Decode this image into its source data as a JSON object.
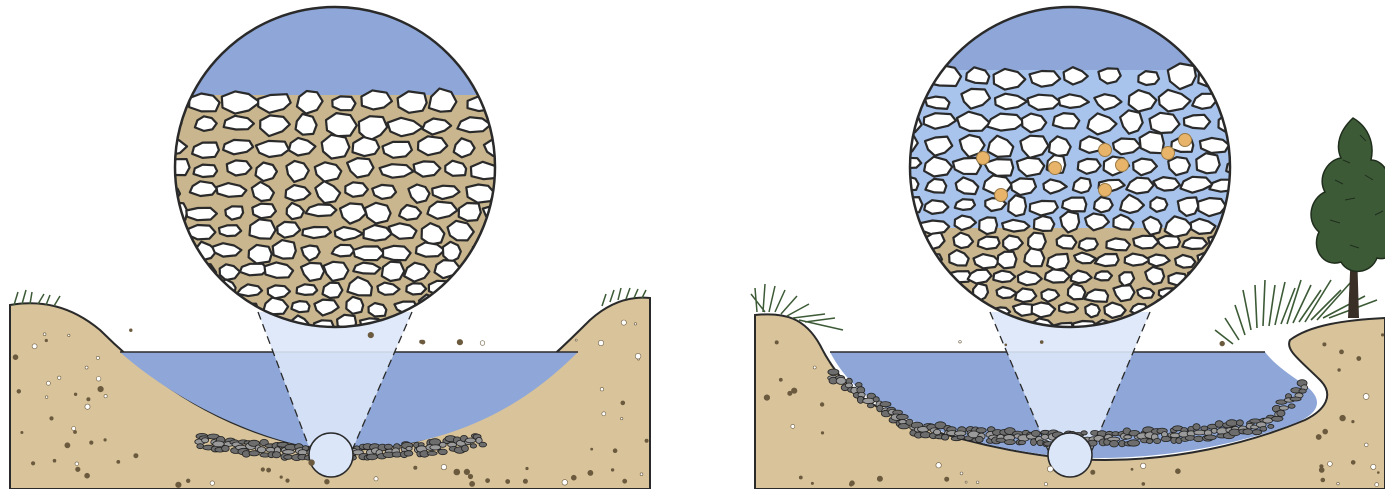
{
  "colors": {
    "background": "#ffffff",
    "sediment": "#d8c39a",
    "sediment_deep": "#cdb58a",
    "water": "#8ea7d8",
    "water_light": "#c7d7f2",
    "cone": "#dbe7f8",
    "interstitial_fine": "#c9b68e",
    "interstitial_water": "#a9c4ec",
    "cobble_fill": "#ffffff",
    "cobble_line": "#2a2a2a",
    "gravel_bed": "#6d6d6d",
    "grass": "#3c5a36",
    "tree_foliage": "#3d5a37",
    "tree_trunk": "#3a2f27",
    "organism": "#e7b46a"
  },
  "panels": [
    {
      "id": "left",
      "condition": "embedded",
      "interstitial_spaces": "fine-sediment-filled",
      "organisms_shown": 0,
      "vegetation": [
        "grass-tuft",
        "grass-tuft"
      ],
      "icons": [
        "magnifier-circle-icon",
        "zoom-cone-icon",
        "channel-cross-section-icon"
      ]
    },
    {
      "id": "right",
      "condition": "open-interstitial",
      "interstitial_spaces": "water-filled",
      "organisms_shown": 8,
      "vegetation": [
        "grass-tuft",
        "grass-clump",
        "tree"
      ],
      "icons": [
        "magnifier-circle-icon",
        "zoom-cone-icon",
        "channel-cross-section-icon",
        "tree-icon"
      ]
    }
  ]
}
